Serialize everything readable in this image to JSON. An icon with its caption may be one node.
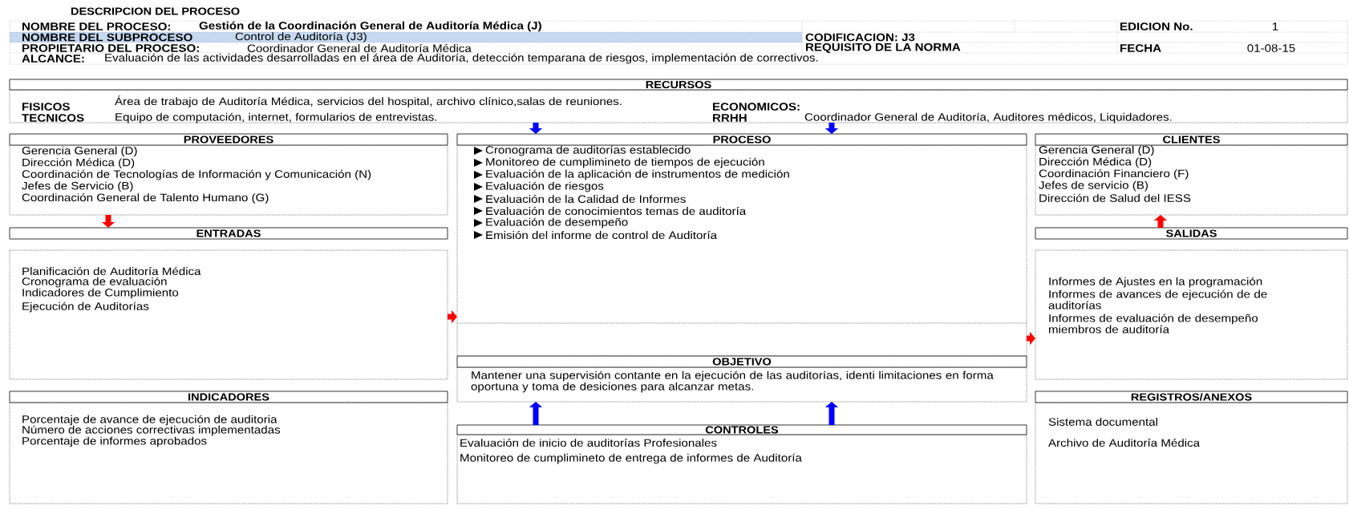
{
  "diagram": {
    "title": "DESCRIPCION DEL PROCESO",
    "nodes": [
      {
        "text": [
          "RECURSOS",
          "FISICOS",
          "Área de trabajo de Auditoría Médica, servicios del hospital, archivo clínico,salas de reuniones.",
          "TECNICOS",
          "Equipo de computación, internet, formularios de entrevistas.",
          "ECONOMICOS:",
          "RRHH",
          "Coordinador General de Auditoría, Auditores médicos, Liquidadores."
        ]
      },
      {
        "text": [
          "PROVEEDORES",
          "Gerencia General (D)",
          "Dirección Médica (D)",
          "Coordinación de Tecnologías de Información y Comunicación (N)",
          "Jefes de Servicio (B)",
          "Coordinación General de Talento Humano (G)"
        ]
      },
      {
        "text": [
          "PROCESO",
          "Cronograma de auditorías establecido",
          "Monitoreo de cumplimineto de tiempos de ejecución",
          "Evaluación de la aplicación de instrumentos de medición",
          "Evaluación de riesgos",
          "Evaluación de la Calidad de Informes",
          "Evaluación de conocimientos temas de auditoría",
          "Evaluación de desempeño",
          "Emisión del informe de control de Auditoría"
        ]
      },
      {
        "text": [
          "CLIENTES",
          "Gerencia General (D)",
          "Dirección Médica (D)",
          "Coordinación Financiero (F)",
          "Jefes de servicio (B)",
          "Dirección de Salud del IESS"
        ]
      },
      {
        "text": [
          "ENTRADAS",
          "Planificación de Auditoría Médica",
          "Cronograma de evaluación",
          "Indicadores de Cumplimiento",
          "Ejecución de Auditorías"
        ]
      },
      {
        "text": [
          "SALIDAS",
          "Informes de Ajustes en la programación",
          "Informes de avances de ejecución de de auditorías",
          "Informes de evaluación de desempeño miembros de auditoría"
        ]
      },
      {
        "text": [
          "OBJETIVO",
          "Mantener una supervisión contante en la ejecución de las auditorías, identi limitaciones en forma oportuna y toma de desiciones para alcanzar metas."
        ]
      },
      {
        "text": [
          "INDICADORES",
          "Porcentaje de avance de ejecución de auditoria",
          "Número de acciones correctivas implementadas",
          "Porcentaje de informes aprobados"
        ]
      },
      {
        "text": [
          "CONTROLES",
          "Evaluación de inicio de auditorías Profesionales",
          "Monitoreo de cumplimineto de entrega de informes de Auditoría"
        ]
      },
      {
        "text": [
          "REGISTROS/ANEXOS",
          "Sistema documental",
          "Archivo de Auditoría Médica"
        ]
      }
    ],
    "edges": [
      {
        "from": 0,
        "to": 2,
        "arrow": "to",
        "color": "#0000ff"
      },
      {
        "from": 0,
        "to": 2,
        "arrow": "to",
        "color": "#0000ff"
      },
      {
        "from": 1,
        "to": 4,
        "arrow": "to",
        "color": "#ff0000"
      },
      {
        "from": 4,
        "to": 2,
        "arrow": "to",
        "color": "#ff0000"
      },
      {
        "from": 2,
        "to": 5,
        "arrow": "to",
        "color": "#ff0000"
      },
      {
        "from": 5,
        "to": 3,
        "arrow": "to",
        "color": "#ff0000"
      },
      {
        "from": 8,
        "to": 6,
        "arrow": "to",
        "color": "#0000ff"
      },
      {
        "from": 8,
        "to": 6,
        "arrow": "to",
        "color": "#0000ff"
      }
    ],
    "labels": [
      "NOMBRE DEL PROCESO:",
      "Gestión de la Coordinación General de Auditoría Médica (J)",
      "EDICION No.",
      "1",
      "NOMBRE DEL SUBPROCESO",
      "Control de Auditoría (J3)",
      "CODIFICACION: J3",
      "PROPIETARIO DEL PROCESO:",
      "Coordinador General de Auditoría Médica",
      "REQUISITO DE LA NORMA",
      "FECHA",
      "01-08-15",
      "ALCANCE:",
      "Evaluación de las actividades desarrolladas en el área de Auditoría, detección temparana de riesgos, implementación de correctivos."
    ]
  }
}
